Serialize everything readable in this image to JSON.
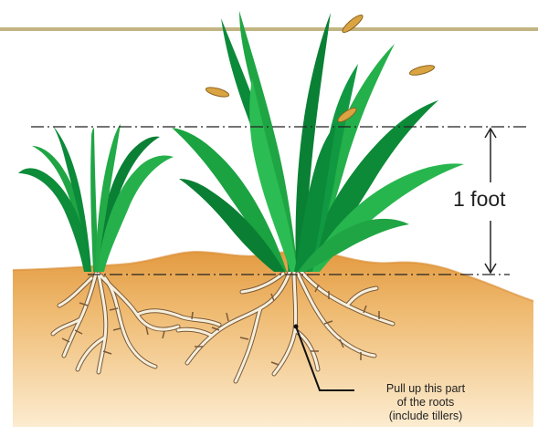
{
  "measurement": {
    "label": "1 foot"
  },
  "callout": {
    "lines": [
      "Pull up this part",
      "of the roots",
      "(include tillers)"
    ]
  },
  "colors": {
    "top_rule": "#c2b482",
    "soil_top": "#e6a24c",
    "soil_bottom": "#fbe9c9",
    "grass_light": "#2fb54a",
    "grass_dark": "#0b8a3a",
    "root": "#f6efdc",
    "root_outline": "#7a5a3a",
    "seed_head": "#d9a441"
  }
}
